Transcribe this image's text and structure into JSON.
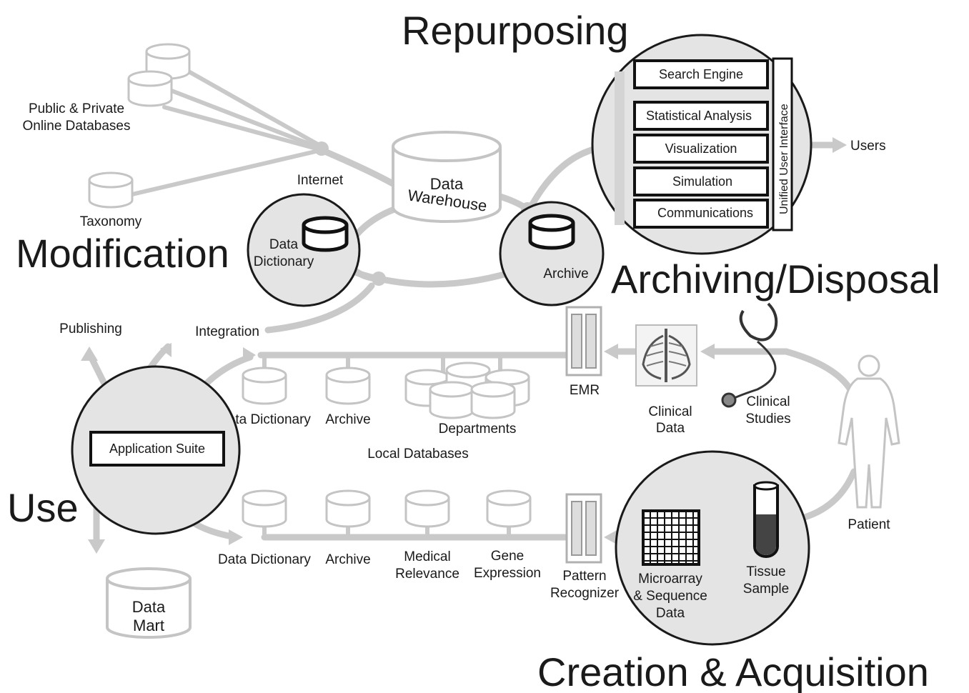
{
  "stages": {
    "repurposing": "Repurposing",
    "modification": "Modification",
    "archiving": "Archiving/Disposal",
    "use": "Use",
    "creation": "Creation & Acquisition"
  },
  "nodes": {
    "public_db_line1": "Public & Private",
    "public_db_line2": "Online Databases",
    "taxonomy": "Taxonomy",
    "internet": "Internet",
    "data_warehouse_line1": "Data",
    "data_warehouse_line2": "Warehouse",
    "data_dictionary_line1": "Data",
    "data_dictionary_line2": "Dictionary",
    "archive_circle": "Archive",
    "users": "Users",
    "publishing": "Publishing",
    "integration": "Integration",
    "emr": "EMR",
    "clinical_data_line1": "Clinical",
    "clinical_data_line2": "Data",
    "clinical_studies_line1": "Clinical",
    "clinical_studies_line2": "Studies",
    "patient": "Patient",
    "local_dd": "Data Dictionary",
    "local_archive": "Archive",
    "departments": "Departments",
    "local_databases": "Local Databases",
    "application_suite": "Application Suite",
    "bottom_dd": "Data Dictionary",
    "bottom_archive": "Archive",
    "medical_relevance_line1": "Medical",
    "medical_relevance_line2": "Relevance",
    "gene_expression_line1": "Gene",
    "gene_expression_line2": "Expression",
    "pattern_recognizer_line1": "Pattern",
    "pattern_recognizer_line2": "Recognizer",
    "microarray_line1": "Microarray",
    "microarray_line2": "& Sequence",
    "microarray_line3": "Data",
    "tissue_sample_line1": "Tissue",
    "tissue_sample_line2": "Sample",
    "data_mart_line1": "Data",
    "data_mart_line2": "Mart"
  },
  "repurposing_tools": {
    "search": "Search Engine",
    "stats": "Statistical Analysis",
    "viz": "Visualization",
    "sim": "Simulation",
    "comm": "Communications",
    "unified_ui": "Unified User Interface"
  }
}
